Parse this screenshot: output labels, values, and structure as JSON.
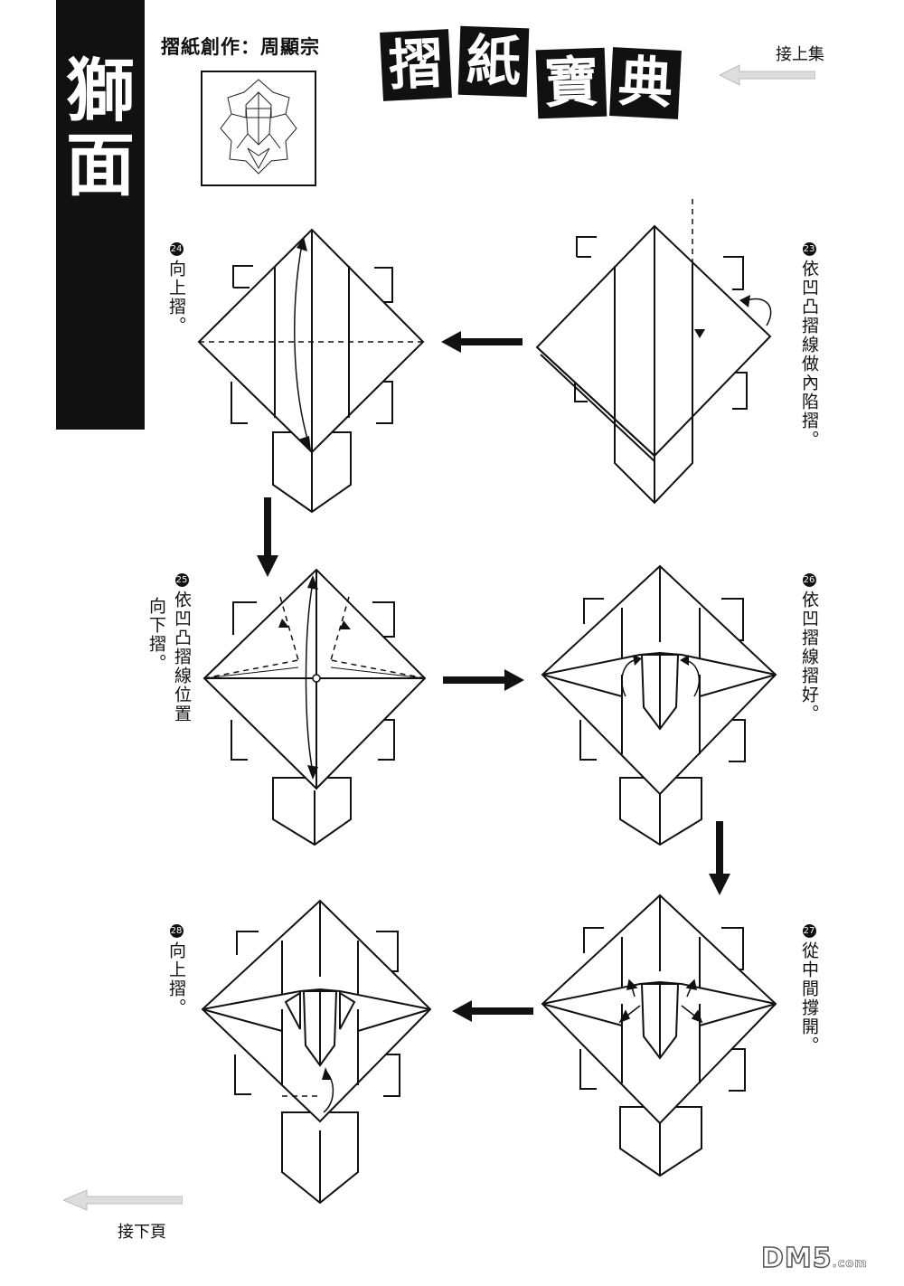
{
  "sidebar": {
    "title_line1": "獅",
    "title_line2": "面"
  },
  "header": {
    "author": "摺紙創作：周顯宗",
    "series_chars": [
      "摺",
      "紙",
      "寶",
      "典"
    ]
  },
  "navigation": {
    "prev_label": "接上集",
    "next_label": "接下頁"
  },
  "steps": [
    {
      "num": "23",
      "text": "依凹凸摺線做內陷摺。"
    },
    {
      "num": "24",
      "text": "向上摺。"
    },
    {
      "num": "25",
      "text": "依凹凸摺線位置",
      "text2": "向下摺。"
    },
    {
      "num": "26",
      "text": "依凹摺線摺好。"
    },
    {
      "num": "27",
      "text": "從中間撐開。"
    },
    {
      "num": "28",
      "text": "向上摺。"
    }
  ],
  "watermark": {
    "main": "DM5",
    "suffix": ".com"
  }
}
